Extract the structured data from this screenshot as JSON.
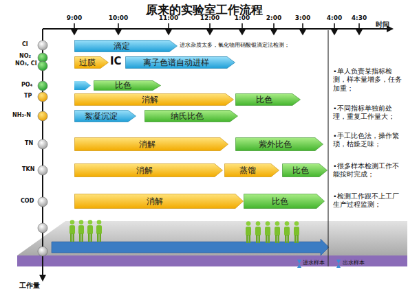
{
  "diagram": {
    "title": "原来的实验室工作流程",
    "nodes": [
      {
        "text": [
          "滴定"
        ]
      },
      {
        "text": [
          "过膜"
        ]
      },
      {
        "text": [
          "离子色谱自动进样"
        ]
      },
      {
        "text": [
          "比色"
        ]
      },
      {
        "text": [
          "消解"
        ]
      },
      {
        "text": [
          "比色"
        ]
      },
      {
        "text": [
          "絮凝沉淀"
        ]
      },
      {
        "text": [
          "纳氏比色"
        ]
      },
      {
        "text": [
          "消解"
        ]
      },
      {
        "text": [
          "紫外比色"
        ]
      },
      {
        "text": [
          "消解"
        ]
      },
      {
        "text": [
          "蒸馏"
        ]
      },
      {
        "text": [
          "比色"
        ]
      },
      {
        "text": [
          "消解"
        ]
      },
      {
        "text": [
          "比色"
        ]
      }
    ],
    "labels": [
      "9:00",
      "10:00",
      "11:00",
      "12:00",
      "1:00",
      "2:00",
      "3:00",
      "4:00",
      "4:30",
      "时间",
      "Cl",
      "NO₂",
      "NO₃, Cl",
      "PO₄",
      "TP",
      "NH₃-N",
      "TN",
      "TKN",
      "COD",
      "进水杂质太多，氯化物用硝酸银滴定法检测；",
      "IC",
      "•单人负责某指标检测，样本量增多，任务加重；",
      "•不同指标单独前处理，重复工作量大；",
      "•手工比色法，操作繁琐，枯燥乏味；",
      "•很多样本检测工作不能按时完成；",
      "•检测工作跟不上工厂生产过程监测；",
      "进水样本",
      "出水样本",
      "工作量"
    ]
  }
}
